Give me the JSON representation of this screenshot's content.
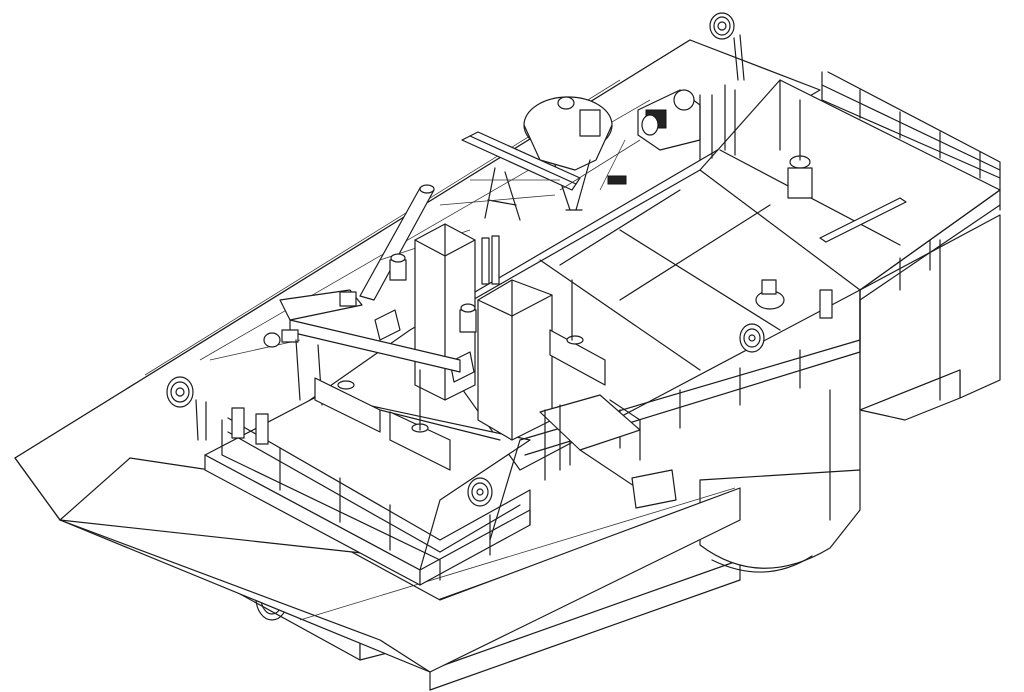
{
  "drawing": {
    "style": "isometric line drawing",
    "background": "#ffffff",
    "line_color": "#1a1a1a"
  },
  "components": {
    "hose_reels": 5,
    "railing_sections": 3,
    "hopper_silo": 1,
    "equipment_cabinets": 2,
    "screw_conveyors": 2
  }
}
